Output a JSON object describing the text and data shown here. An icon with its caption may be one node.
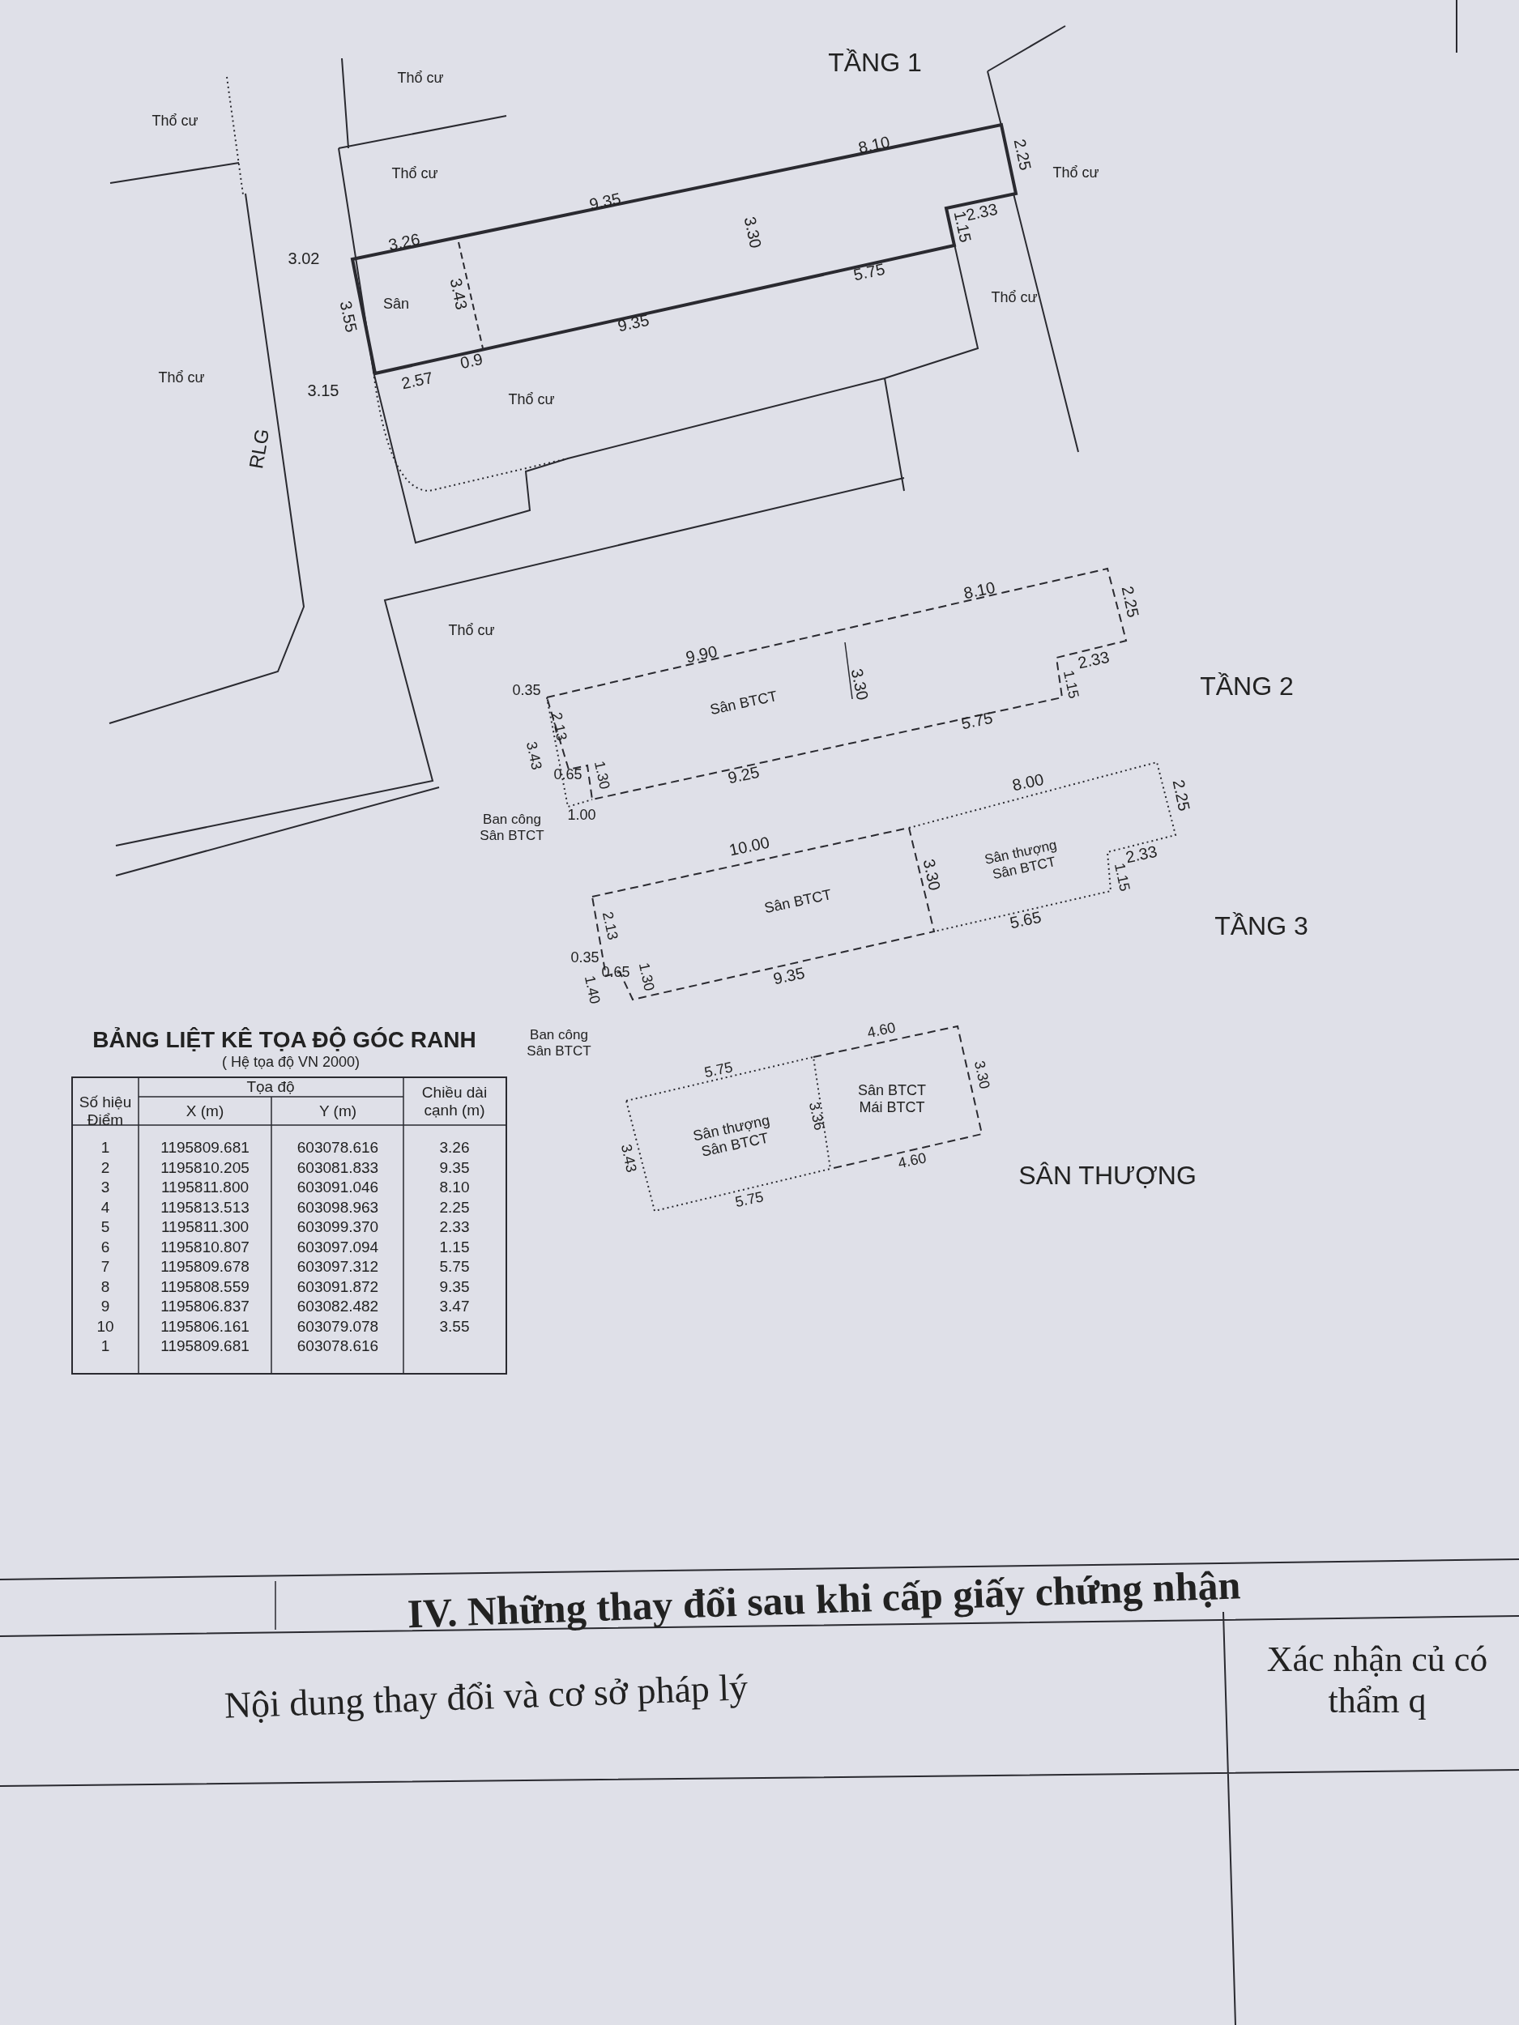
{
  "diagram": {
    "labels": [
      "TẦNG 1",
      "Thổ cư",
      "Thổ cư",
      "Thổ cư",
      "8.10",
      "Thổ cư",
      "2.25",
      "9.35",
      "3.30",
      "1.15",
      "2.33",
      "3.26",
      "3.02",
      "5.75",
      "Thổ cư",
      "3.43",
      "Sân",
      "3.55",
      "9.35",
      "Thổ cư",
      "2.57",
      "0.9",
      "3.15",
      "Thổ cư",
      "RLG",
      "Thổ cư",
      "8.10",
      "2.25",
      "9.90",
      "2.33",
      "TẦNG 2",
      "0.35",
      "3.30",
      "1.15",
      "Sân BTCT",
      "2.13",
      "5.75",
      "3.43",
      "0.65",
      "1.30",
      "9.25",
      "1.00",
      "Ban công Sân BTCT",
      "8.00",
      "2.25",
      "10.00",
      "Sân thượng Sân BTCT",
      "2.33",
      "3.30",
      "1.15",
      "Sân BTCT",
      "2.13",
      "5.65",
      "TẦNG 3",
      "0.35",
      "0.65",
      "1.30",
      "9.35",
      "1.40",
      "BẢNG LIỆT KÊ TỌA ĐỘ GÓC RANH",
      "Ban công Sân BTCT",
      "( Hệ tọa độ VN 2000)",
      "Số hiệu Điểm",
      "Tọa độ",
      "Chiều dài cạnh (m)",
      "X (m)",
      "Y (m)",
      "1",
      "1195809.681",
      "603078.616",
      "3.26",
      "2",
      "1195810.205",
      "603081.833",
      "9.35",
      "3",
      "1195811.800",
      "603091.046",
      "8.10",
      "4",
      "1195813.513",
      "603098.963",
      "2.25",
      "5",
      "1195811.300",
      "603099.370",
      "2.33",
      "6",
      "1195810.807",
      "603097.094",
      "1.15",
      "7",
      "1195809.678",
      "603097.312",
      "5.75",
      "8",
      "1195808.559",
      "603091.872",
      "9.35",
      "9",
      "1195806.837",
      "603082.482",
      "3.47",
      "10",
      "1195806.161",
      "603079.078",
      "3.55",
      "1",
      "1195809.681",
      "603078.616",
      "4.60",
      "5.75",
      "3.30",
      "Sân BTCT Mái BTCT",
      "3.36",
      "Sân thượng Sân BTCT",
      "3.43",
      "4.60",
      "SÂN THƯỢNG",
      "5.75",
      "IV. Những thay đổi sau khi cấp giấy chứng nhận",
      "Nội dung thay đổi và cơ sở pháp lý",
      "Xác nhận củ có thẩm q"
    ]
  }
}
